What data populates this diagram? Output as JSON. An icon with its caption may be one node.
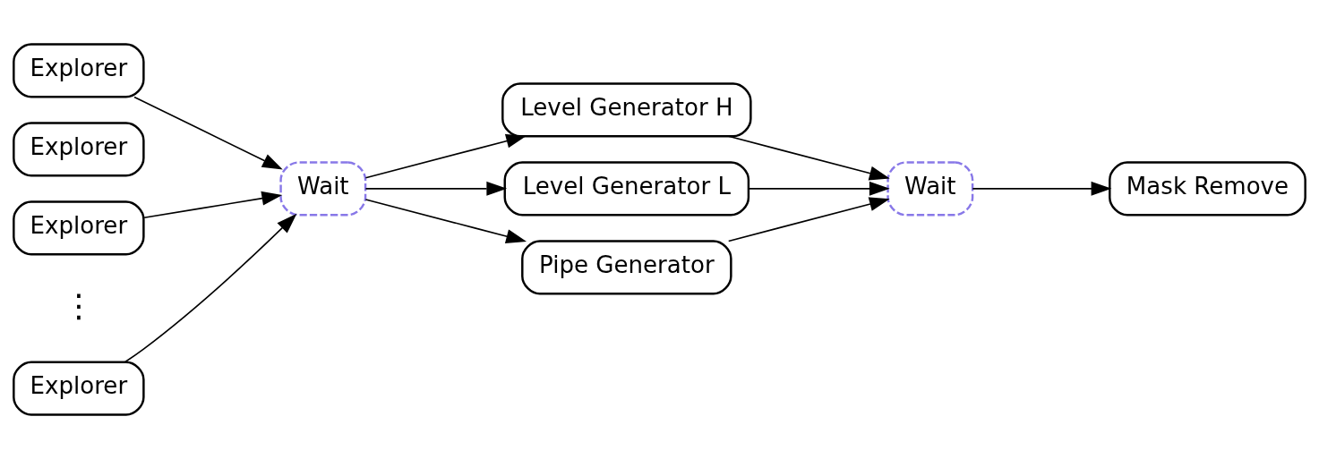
{
  "diagram": {
    "nodes": [
      {
        "text": [
          "Explorer"
        ]
      },
      {
        "text": [
          "Explorer"
        ]
      },
      {
        "text": [
          "Explorer"
        ]
      },
      {
        "text": [
          "Explorer"
        ]
      },
      {
        "text": [
          "Wait"
        ]
      },
      {
        "text": [
          "Level Generator H"
        ]
      },
      {
        "text": [
          "Level Generator L"
        ]
      },
      {
        "text": [
          "Pipe Generator"
        ]
      },
      {
        "text": [
          "Wait"
        ]
      },
      {
        "text": [
          "Mask Remove"
        ]
      }
    ],
    "edges": [
      {
        "from": 0,
        "to": 4,
        "arrow": "to"
      },
      {
        "from": 2,
        "to": 4,
        "arrow": "to"
      },
      {
        "from": 3,
        "to": 4,
        "arrow": "to"
      },
      {
        "from": 4,
        "to": 5,
        "arrow": "to"
      },
      {
        "from": 4,
        "to": 6,
        "arrow": "to"
      },
      {
        "from": 4,
        "to": 7,
        "arrow": "to"
      },
      {
        "from": 5,
        "to": 8,
        "arrow": "to"
      },
      {
        "from": 6,
        "to": 8,
        "arrow": "to"
      },
      {
        "from": 7,
        "to": 8,
        "arrow": "to"
      },
      {
        "from": 8,
        "to": 9,
        "arrow": "to"
      }
    ],
    "labels": [
      "⋮"
    ]
  }
}
